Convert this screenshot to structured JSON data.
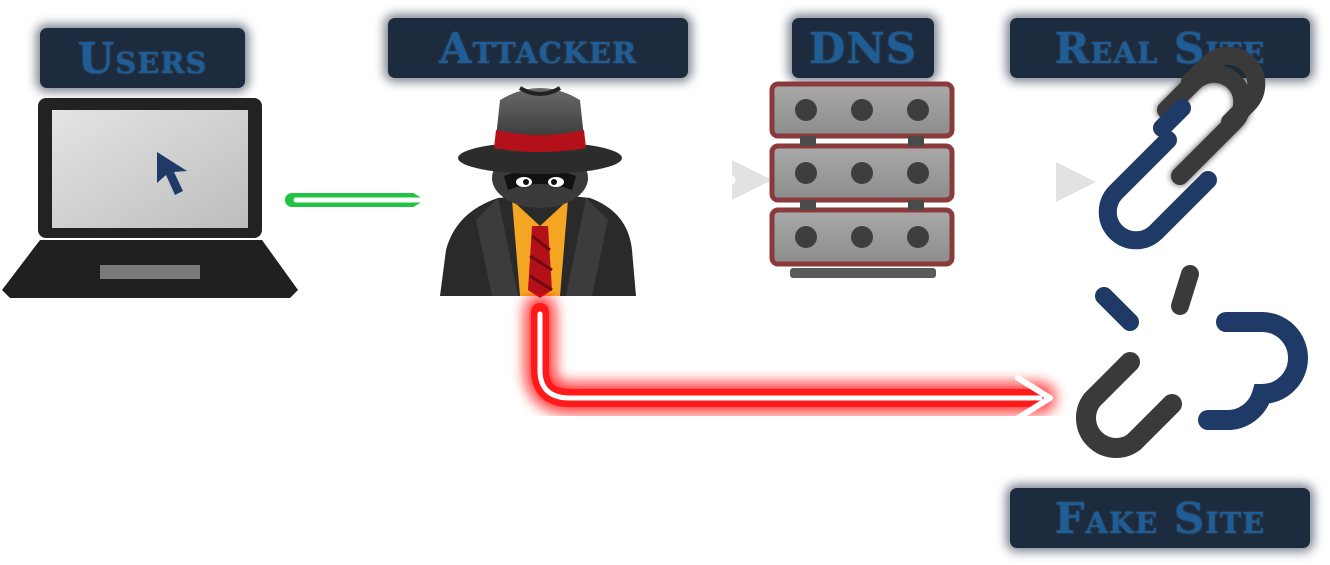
{
  "labels": {
    "users": "Users",
    "attacker": "Attacker",
    "dns": "DNS",
    "real_site": "Real Site",
    "fake_site": "Fake Site"
  },
  "icons": {
    "users": "laptop-icon",
    "attacker": "spy-hacker-icon",
    "dns": "server-rack-icon",
    "real_site": "chain-link-icon",
    "fake_site": "broken-chain-link-icon"
  },
  "colors": {
    "label_bg": "#1c2b3d",
    "label_text": "#1f5d97",
    "users_to_attacker_arrow": "#22c244",
    "attacker_to_fake_arrow": "#ff1111",
    "dashed_arrows": "#dcdcdc",
    "server": "#8a3a3a",
    "link_blue": "#1f3a66",
    "link_dark": "#3a3a3a"
  }
}
